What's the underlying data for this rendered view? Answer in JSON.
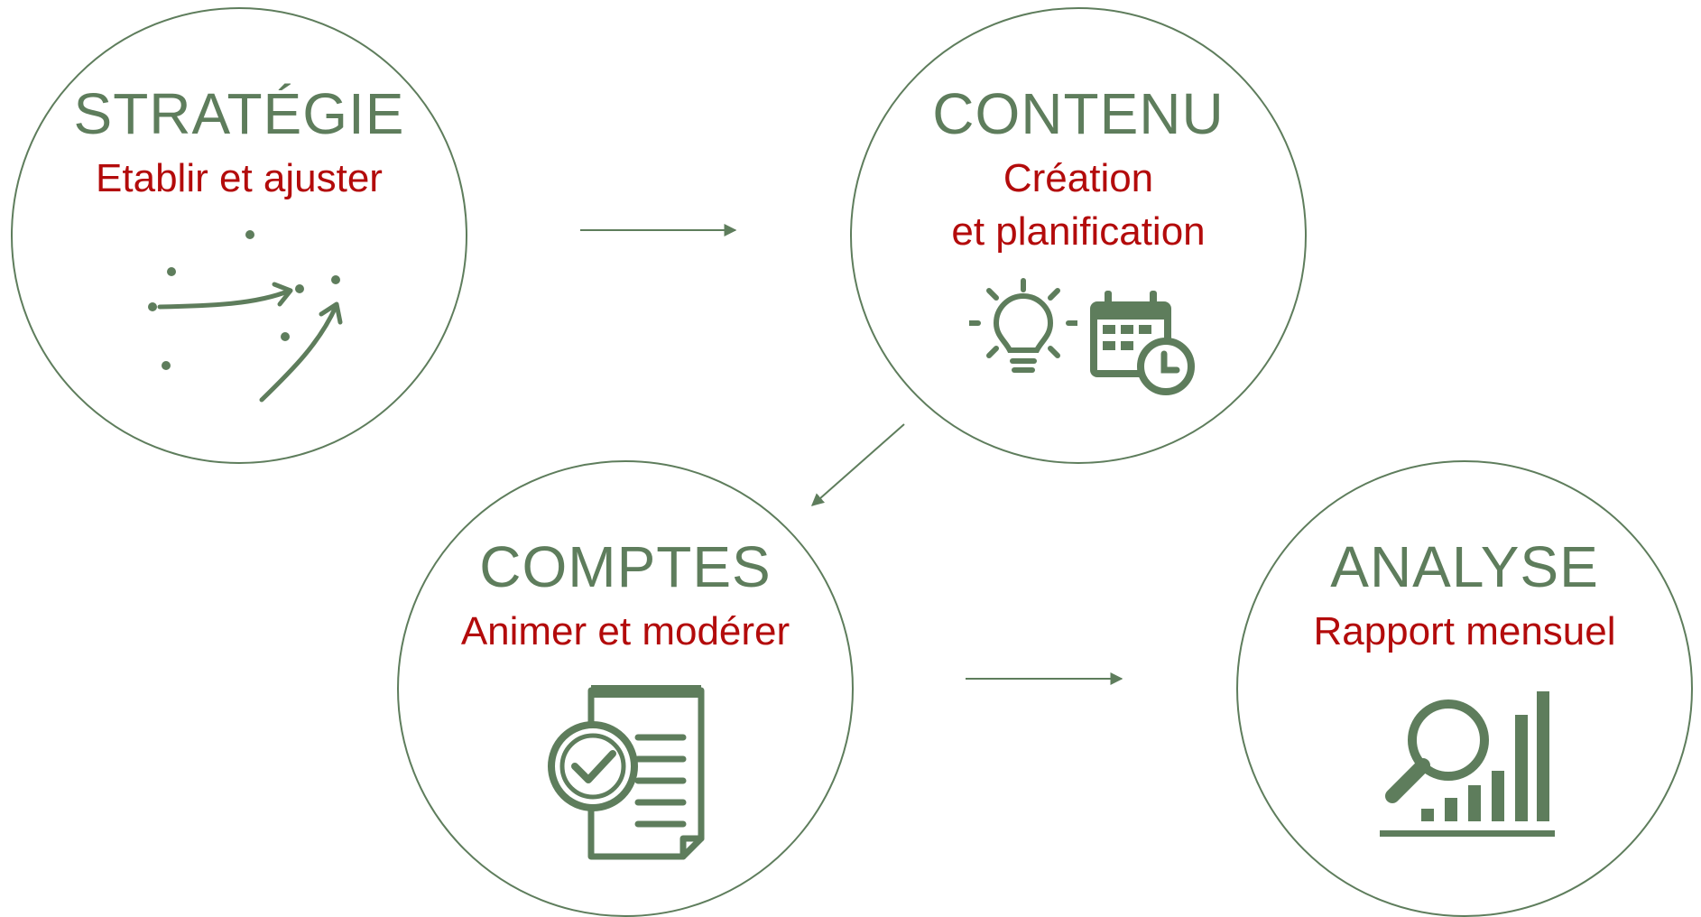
{
  "colors": {
    "accent_green": "#5e7d5c",
    "accent_red": "#b30b0b",
    "background": "#ffffff"
  },
  "steps": [
    {
      "title": "STRATÉGIE",
      "subtitle": [
        "Etablir et ajuster"
      ],
      "icon": "strategy-arrows-icon"
    },
    {
      "title": "CONTENU",
      "subtitle": [
        "Création",
        "et planification"
      ],
      "icon": "lightbulb-calendar-icon"
    },
    {
      "title": "COMPTES",
      "subtitle": [
        "Animer et modérer"
      ],
      "icon": "document-check-icon"
    },
    {
      "title": "ANALYSE",
      "subtitle": [
        "Rapport mensuel"
      ],
      "icon": "chart-magnifier-icon"
    }
  ]
}
